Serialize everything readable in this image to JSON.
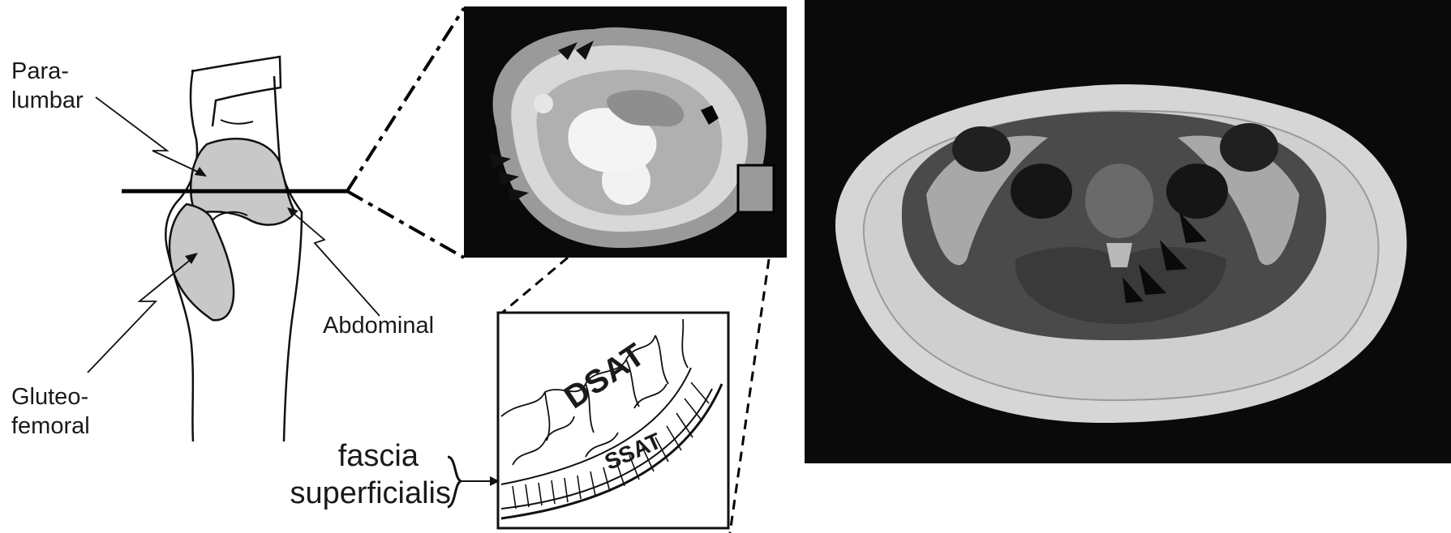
{
  "labels": {
    "paralumbar_line1": "Para-",
    "paralumbar_line2": "lumbar",
    "abdominal": "Abdominal",
    "gluteofemoral_line1": "Gluteo-",
    "gluteofemoral_line2": "femoral",
    "fascia_line1": "fascia",
    "fascia_line2": "superficialis",
    "dsat": "DSAT",
    "ssat": "SSAT"
  },
  "colors": {
    "depot_fill": "#c8c8c8",
    "ink": "#111111",
    "scan_background": "#0a0a0a"
  }
}
